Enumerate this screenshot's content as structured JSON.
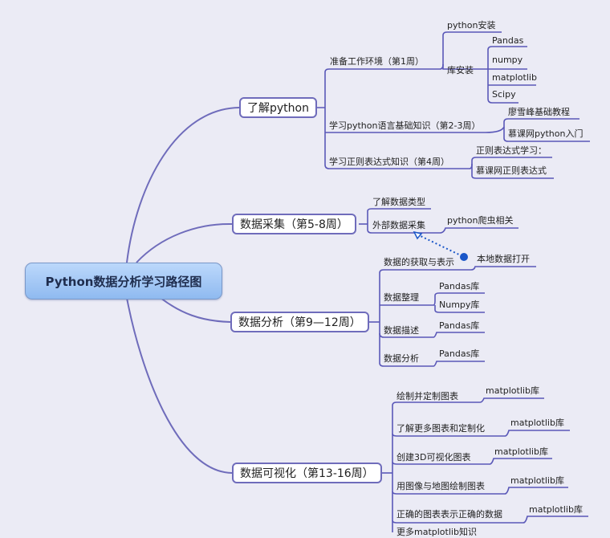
{
  "root": {
    "label": "Python数据分析学习路径图"
  },
  "branches": [
    {
      "label": "了解python",
      "children": [
        {
          "label": "准备工作环境（第1周）",
          "children": [
            {
              "label": "python安装"
            },
            {
              "label": "库安装",
              "children": [
                {
                  "label": "Pandas"
                },
                {
                  "label": "numpy"
                },
                {
                  "label": "matplotlib"
                },
                {
                  "label": "Scipy"
                }
              ]
            }
          ]
        },
        {
          "label": "学习python语言基础知识（第2-3周）",
          "children": [
            {
              "label": "廖雪峰基础教程"
            },
            {
              "label": "慕课网python入门"
            }
          ]
        },
        {
          "label": "学习正则表达式知识（第4周）",
          "children": [
            {
              "label": "正则表达式学习："
            },
            {
              "label": "慕课网正则表达式"
            }
          ]
        }
      ]
    },
    {
      "label": "数据采集（第5-8周）",
      "children": [
        {
          "label": "了解数据类型"
        },
        {
          "label": "外部数据采集",
          "children": [
            {
              "label": "python爬虫相关"
            }
          ]
        }
      ]
    },
    {
      "label": "数据分析（第9—12周）",
      "children": [
        {
          "label": "数据的获取与表示",
          "children": [
            {
              "label": "本地数据打开"
            }
          ]
        },
        {
          "label": "数据整理",
          "children": [
            {
              "label": "Pandas库"
            },
            {
              "label": "Numpy库"
            }
          ]
        },
        {
          "label": "数据描述",
          "children": [
            {
              "label": "Pandas库"
            }
          ]
        },
        {
          "label": "数据分析",
          "children": [
            {
              "label": "Pandas库"
            }
          ]
        }
      ]
    },
    {
      "label": "数据可视化（第13-16周）",
      "children": [
        {
          "label": "绘制并定制图表",
          "children": [
            {
              "label": "matplotlib库"
            }
          ]
        },
        {
          "label": "了解更多图表和定制化",
          "children": [
            {
              "label": "matplotlib库"
            }
          ]
        },
        {
          "label": "创建3D可视化图表",
          "children": [
            {
              "label": "matplotlib库"
            }
          ]
        },
        {
          "label": "用图像与地图绘制图表",
          "children": [
            {
              "label": "matplotlib库"
            }
          ]
        },
        {
          "label": "正确的图表表示正确的数据",
          "children": [
            {
              "label": "matplotlib库"
            }
          ]
        },
        {
          "label": "更多matplotlib知识"
        }
      ]
    }
  ],
  "colors": {
    "background": "#ebebf5",
    "edge": "#6f6cbb",
    "root_fill": "#a9cbf6",
    "relation_line": "#1a56c8"
  }
}
